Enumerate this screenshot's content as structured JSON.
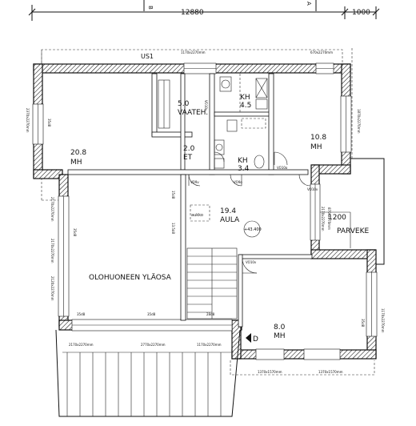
{
  "dimensions": {
    "top_total": "12880",
    "top_extra": "1000",
    "marker_b": "B",
    "marker_a": "A"
  },
  "roof_label": "US1",
  "rooms": [
    {
      "area": "20.8",
      "name": "MH"
    },
    {
      "area": "5.0",
      "name": "VAATEH."
    },
    {
      "area": "2.0",
      "name": "ET"
    },
    {
      "area": "3.4",
      "name": "KH"
    },
    {
      "area": "4.5",
      "name": "KH"
    },
    {
      "area": "10.8",
      "name": "MH"
    },
    {
      "area": "19.4",
      "name": "AULA"
    },
    {
      "area": "8.0",
      "name": "MH"
    }
  ],
  "labels": {
    "living": "OLOHUONEEN YLÄOSA",
    "balcony": "PARVEKE",
    "balcony_dim": "1200",
    "level": "+43.400",
    "shaft": "aukko",
    "stair_mark": "D"
  },
  "doors": [
    "VO10v",
    "VO9v",
    "VO9o",
    "VO10o",
    "VO10v",
    "VO10v"
  ],
  "windows": {
    "w1170_2270": "1170x2270mm",
    "w670_2270": "670x2270mm",
    "w2370_2270": "2370x2270mm",
    "w1870_2270": "1870x2270mm",
    "w2170_2270": "2170x2270mm",
    "w2120_2270": "2120x2270mm",
    "w2170_2270b": "2170x2270mm",
    "w2170_2270c": "2170x2270mm",
    "w2170_2270d": "2170x2270mm",
    "w2770_2270": "2770x2270mm",
    "w1170_2270b": "1170x2270mm",
    "w1370_1570": "1370x1570mm",
    "w1370_1570b": "1370x1570mm",
    "w1170_2270c": "1170x2270mm",
    "w870_2270": "870x2270mm"
  },
  "small_marks": {
    "m35_1": "35d8",
    "m35_2": "35d8",
    "m35_3": "35d8",
    "m28": "28d8",
    "m13": "13.5d8",
    "m15": "15d8",
    "m35_4": "35d8",
    "m35_5": "35d8"
  }
}
